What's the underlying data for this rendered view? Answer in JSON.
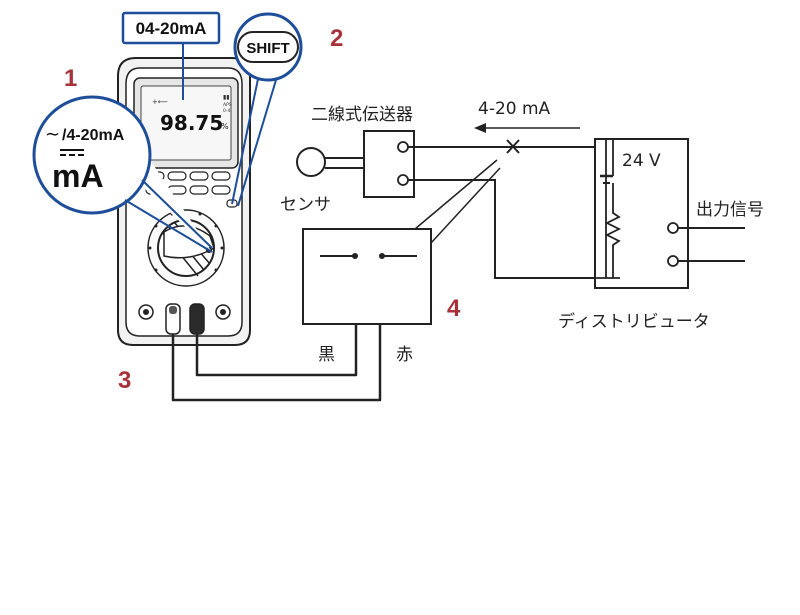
{
  "callouts": {
    "mode_label": "04-20mA",
    "shift_label": "SHIFT",
    "dial_label_top": "/4-20mA",
    "dial_label_unit": "mA"
  },
  "meter": {
    "reading": "98.75",
    "reading_unit": "%"
  },
  "step_numbers": [
    "1",
    "2",
    "3",
    "4"
  ],
  "labels": {
    "transmitter": "二線式伝送器",
    "current": "4-20 mA",
    "sensor": "センサ",
    "voltage": "24 V",
    "output_signal": "出力信号",
    "distributor": "ディストリビュータ",
    "black": "黒",
    "red": "赤"
  },
  "colors": {
    "callout_blue": "#1e4e9a",
    "step_number": "#a8323a",
    "line": "#222222"
  }
}
